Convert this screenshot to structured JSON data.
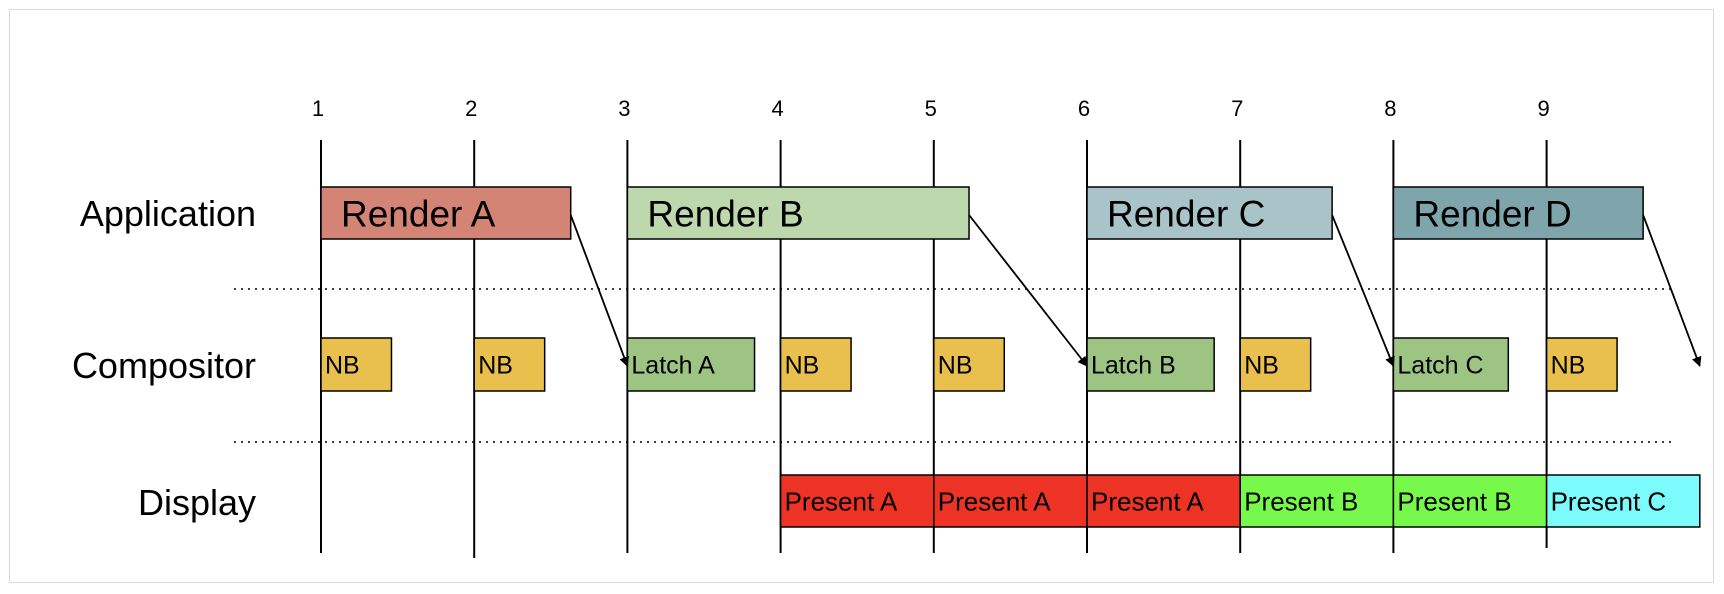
{
  "rows": [
    {
      "label": "Application"
    },
    {
      "label": "Compositor"
    },
    {
      "label": "Display"
    }
  ],
  "ticks": [
    "1",
    "2",
    "3",
    "4",
    "5",
    "6",
    "7",
    "8",
    "9"
  ],
  "application": [
    {
      "label": "Render A",
      "start": 1,
      "end": 2.63,
      "color": "#d48474"
    },
    {
      "label": "Render B",
      "start": 3,
      "end": 5.23,
      "color": "#bcd8ac"
    },
    {
      "label": "Render C",
      "start": 6,
      "end": 7.6,
      "color": "#a8c4c8"
    },
    {
      "label": "Render D",
      "start": 8,
      "end": 9.63,
      "color": "#7ea4ac"
    }
  ],
  "compositor": [
    {
      "label": "NB",
      "start": 1,
      "end": 1.46,
      "color": "#e9c04d"
    },
    {
      "label": "NB",
      "start": 2,
      "end": 2.46,
      "color": "#e9c04d"
    },
    {
      "label": "Latch A",
      "start": 3,
      "end": 3.83,
      "color": "#9dc482"
    },
    {
      "label": "NB",
      "start": 4,
      "end": 4.46,
      "color": "#e9c04d"
    },
    {
      "label": "NB",
      "start": 5,
      "end": 5.46,
      "color": "#e9c04d"
    },
    {
      "label": "Latch B",
      "start": 6,
      "end": 6.83,
      "color": "#9dc482"
    },
    {
      "label": "NB",
      "start": 7,
      "end": 7.46,
      "color": "#e9c04d"
    },
    {
      "label": "Latch C",
      "start": 8,
      "end": 8.75,
      "color": "#9dc482"
    },
    {
      "label": "NB",
      "start": 9,
      "end": 9.46,
      "color": "#e9c04d"
    }
  ],
  "display": [
    {
      "label": "Present A",
      "start": 4,
      "end": 5,
      "color": "#ec3325"
    },
    {
      "label": "Present A",
      "start": 5,
      "end": 6,
      "color": "#ec3325"
    },
    {
      "label": "Present A",
      "start": 6,
      "end": 7,
      "color": "#ec3325"
    },
    {
      "label": "Present B",
      "start": 7,
      "end": 8,
      "color": "#76f94a"
    },
    {
      "label": "Present B",
      "start": 8,
      "end": 9,
      "color": "#76f94a"
    },
    {
      "label": "Present C",
      "start": 9,
      "end": 10,
      "color": "#7cfbfc"
    }
  ],
  "arrows": [
    {
      "from": 2.63,
      "to": 3
    },
    {
      "from": 5.23,
      "to": 6
    },
    {
      "from": 7.6,
      "to": 8
    },
    {
      "from": 9.63,
      "to": 10
    }
  ]
}
